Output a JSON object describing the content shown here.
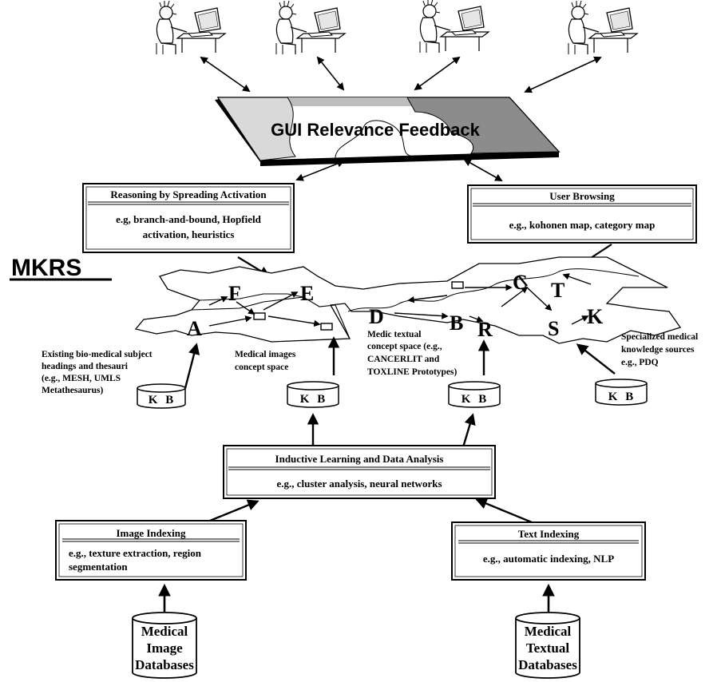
{
  "gui_label": "GUI Relevance Feedback",
  "mkrs_label": "MKRS",
  "boxes": {
    "reasoning": {
      "title": "Reasoning by Spreading Activation",
      "line1": "e.g, branch-and-bound, Hopfield",
      "line2": "activation, heuristics"
    },
    "browsing": {
      "title": "User Browsing",
      "line1": "e.g., kohonen map, category map"
    },
    "inductive": {
      "title": "Inductive Learning and Data Analysis",
      "line1": "e.g., cluster analysis, neural networks"
    },
    "image_indexing": {
      "title": "Image Indexing",
      "line1": "e.g., texture extraction, region",
      "line2": "segmentation"
    },
    "text_indexing": {
      "title": "Text Indexing",
      "line1": "e.g., automatic indexing, NLP"
    }
  },
  "nodes": [
    "F",
    "E",
    "A",
    "D",
    "B",
    "R",
    "C",
    "T",
    "S",
    "K"
  ],
  "notes": {
    "existing": [
      "Existing bio-medical subject",
      "headings and thesauri",
      "(e.g., MESH, UMLS",
      "Metathesaurus)"
    ],
    "images": [
      "Medical images",
      "concept space"
    ],
    "medic": [
      "Medic textual",
      "concept space (e.g.,",
      "CANCERLIT and",
      "TOXLINE Prototypes)"
    ],
    "specialized": [
      "Specialized medical",
      "knowledge sources",
      "e.g., PDQ"
    ]
  },
  "kb_label": "K B",
  "databases": {
    "image": [
      "Medical",
      "Image",
      "Databases"
    ],
    "text": [
      "Medical",
      "Textual",
      "Databases"
    ]
  }
}
